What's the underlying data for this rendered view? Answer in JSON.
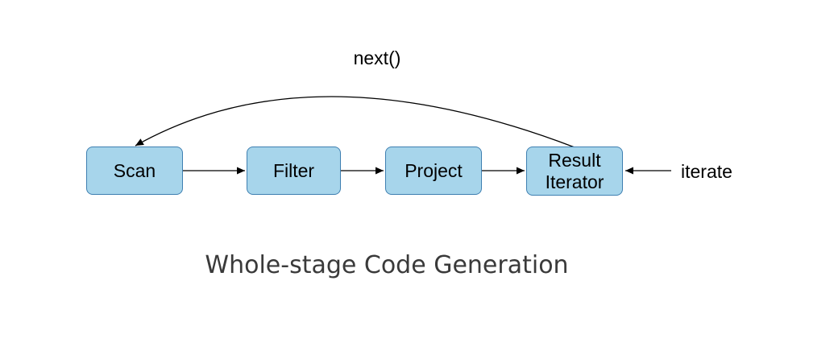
{
  "diagram": {
    "title": "Whole-stage Code Generation",
    "nodes": [
      {
        "id": "scan",
        "label": "Scan"
      },
      {
        "id": "filter",
        "label": "Filter"
      },
      {
        "id": "project",
        "label": "Project"
      },
      {
        "id": "result-iterator",
        "label": "Result Iterator"
      }
    ],
    "annotations": {
      "next_call": "next()",
      "iterate": "iterate"
    },
    "edges": [
      {
        "from": "scan",
        "to": "filter"
      },
      {
        "from": "filter",
        "to": "project"
      },
      {
        "from": "project",
        "to": "result-iterator"
      },
      {
        "from": "iterate-label",
        "to": "result-iterator"
      },
      {
        "from": "result-iterator",
        "to": "scan",
        "label": "next()"
      }
    ],
    "colors": {
      "node_fill": "#a7d5eb",
      "node_border": "#3e7fb1",
      "arrow_color": "#000000",
      "label_text": "#000000",
      "title_text": "#3a3a3a"
    }
  }
}
